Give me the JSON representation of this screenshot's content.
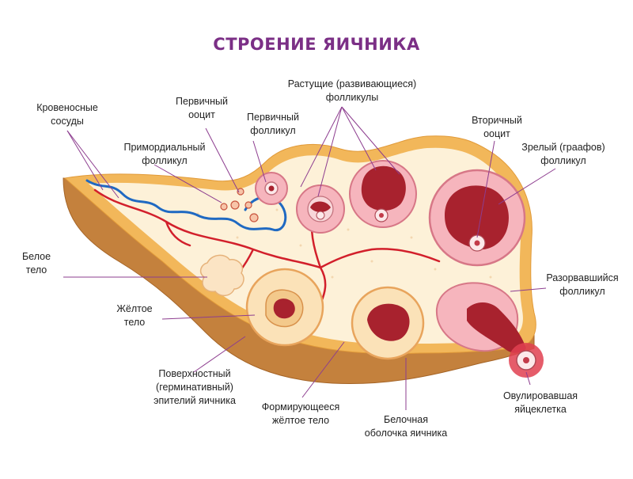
{
  "title": "СТРОЕНИЕ ЯИЧНИКА",
  "colors": {
    "title": "#7b2f86",
    "leader": "#8d3d8f",
    "ovary_fill": "#fdf1d8",
    "ovary_edge": "#f0b04e",
    "base": "#c4813d",
    "follicle_pink": "#f6b5bd",
    "antrum": "#a8222e",
    "vein": "#1f69c2",
    "artery": "#d21f2b"
  },
  "labels": {
    "blood_vessels": "Кровеносные\nсосуды",
    "primary_oocyte": "Первичный\nооцит",
    "primary_follicle": "Первичный\nфолликул",
    "growing_follicles": "Растущие (развивающиеся)\nфолликулы",
    "secondary_oocyte": "Вторичный\nооцит",
    "mature_follicle": "Зрелый (граафов)\nфолликул",
    "primordial_follicle": "Примордиальный\nфолликул",
    "corpus_albicans": "Белое\nтело",
    "corpus_luteum": "Жёлтое\nтело",
    "ruptured_follicle": "Разорвавшийся\nфолликул",
    "surface_epithelium": "Поверхностный\n(герминативный)\nэпителий яичника",
    "forming_corpus_luteum": "Формирующееся\nжёлтое тело",
    "tunica_albuginea": "Белочная\nоболочка яичника",
    "ovulated_egg": "Овулировавшая\nяйцеклетка"
  }
}
